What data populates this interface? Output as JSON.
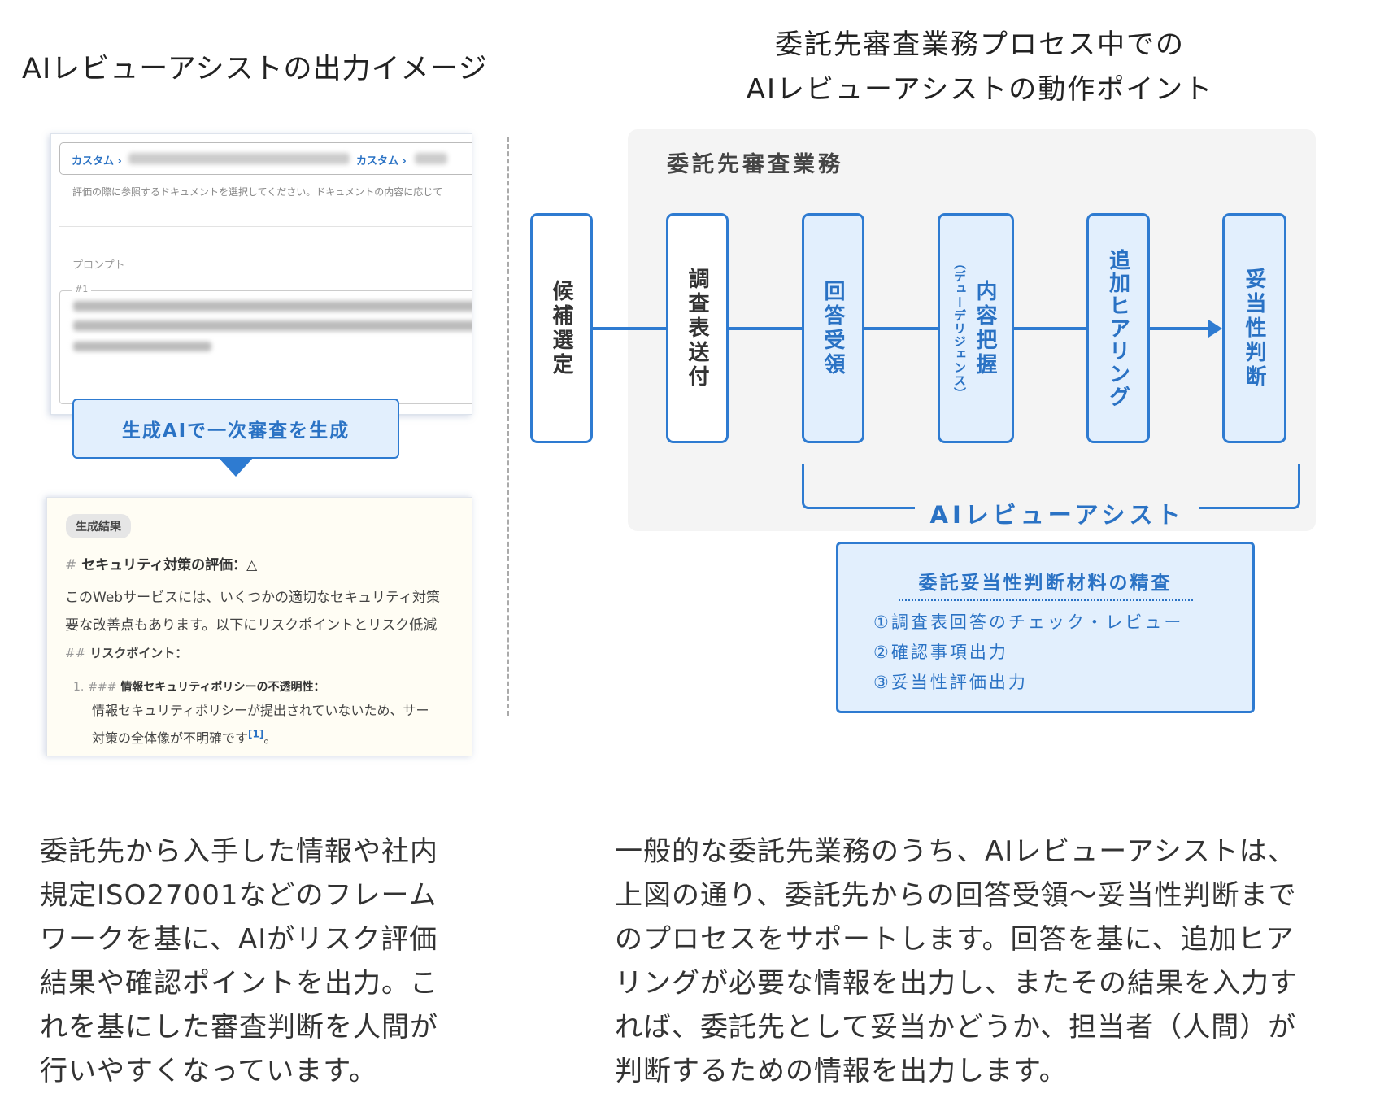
{
  "left_title": "AIレビューアシストの出力イメージ",
  "right_title": [
    "委託先審査業務プロセス中での",
    "AIレビューアシストの動作ポイント"
  ],
  "screenshot_input": {
    "breadcrumb": [
      "カスタム ›",
      "カスタム ›"
    ],
    "hint": "評価の際に参照するドキュメントを選択してください。ドキュメントの内容に応じて",
    "prompt_label": "プロンプト",
    "prompt_number": "#1"
  },
  "generate_button": "生成AIで一次審査を生成",
  "result": {
    "badge": "生成結果",
    "h1_mark": "#",
    "h1": "セキュリティ対策の評価：△",
    "paragraph": [
      "このWebサービスには、いくつかの適切なセキュリティ対策",
      "要な改善点もあります。以下にリスクポイントとリスク低減"
    ],
    "h2_mark": "##",
    "h2": "リスクポイント：",
    "item_number": "1.",
    "item_mark": "###",
    "item_title": "情報セキュリティポリシーの不透明性：",
    "item_lines": [
      "情報セキュリティポリシーが提出されていないため、サー",
      "対策の全体像が不明確です"
    ],
    "citation": "[1]",
    "item_end": "。"
  },
  "diagram": {
    "group_title": "委託先審査業務",
    "steps": [
      {
        "label": "候補選定",
        "style": "white"
      },
      {
        "label": "調査表送付",
        "style": "white"
      },
      {
        "label": "回答受領",
        "style": "blue"
      },
      {
        "label": "内容把握",
        "sub": "（デューデリジェンス）",
        "style": "blue"
      },
      {
        "label": "追加ヒアリング",
        "style": "blue"
      },
      {
        "label": "妥当性判断",
        "style": "blue"
      }
    ],
    "assist_label": "AIレビューアシスト",
    "refine": {
      "title": "委託妥当性判断材料の精査",
      "items": [
        "①調査表回答のチェック・レビュー",
        "②確認事項出力",
        "③妥当性評価出力"
      ]
    },
    "colors": {
      "accent": "#2e7bd1",
      "light_blue": "#e2effd",
      "gray_bg": "#f4f4f4"
    }
  },
  "description_left": [
    "委託先から入手した情報や社内",
    "規定ISO27001などのフレーム",
    "ワークを基に、AIがリスク評価",
    "結果や確認ポイントを出力。こ",
    "れを基にした審査判断を人間が",
    "行いやすくなっています。"
  ],
  "description_right": [
    "一般的な委託先業務のうち、AIレビューアシストは、",
    "上図の通り、委託先からの回答受領～妥当性判断まで",
    "のプロセスをサポートします。回答を基に、追加ヒア",
    "リングが必要な情報を出力し、またその結果を入力す",
    "れば、委託先として妥当かどうか、担当者（人間）が",
    "判断するための情報を出力します。"
  ]
}
